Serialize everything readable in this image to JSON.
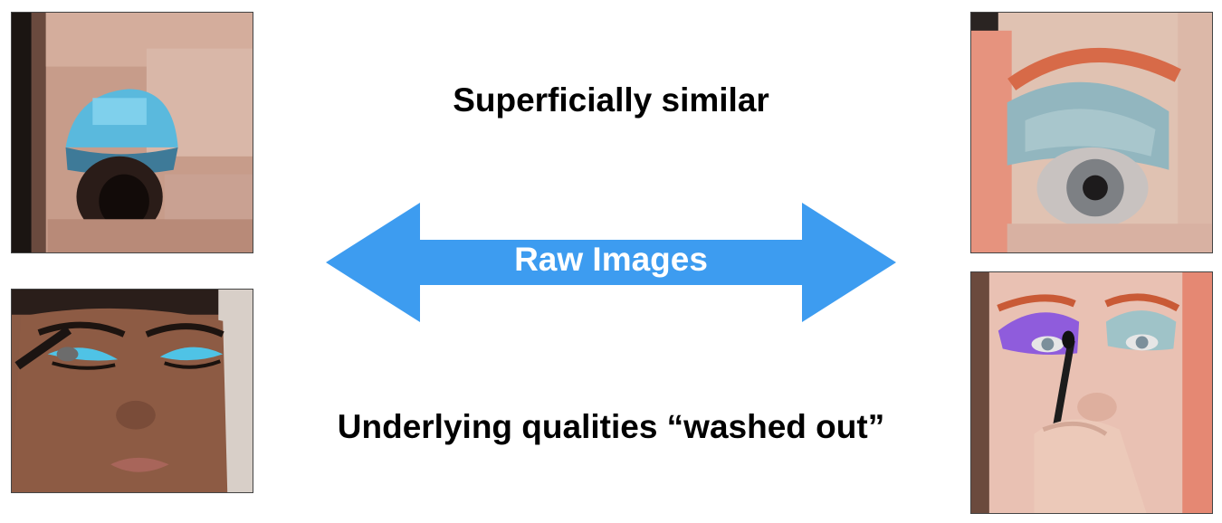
{
  "captions": {
    "top": "Superficially similar",
    "bottom": "Underlying qualities “washed out”"
  },
  "arrow": {
    "label": "Raw Images",
    "color": "#3d9cf0"
  },
  "images": [
    {
      "name": "pixelated-eye-blue-shadow-left"
    },
    {
      "name": "face-applying-blue-eyeshadow"
    },
    {
      "name": "pixelated-eye-blue-shadow-right"
    },
    {
      "name": "face-applying-purple-eyeshadow"
    }
  ]
}
